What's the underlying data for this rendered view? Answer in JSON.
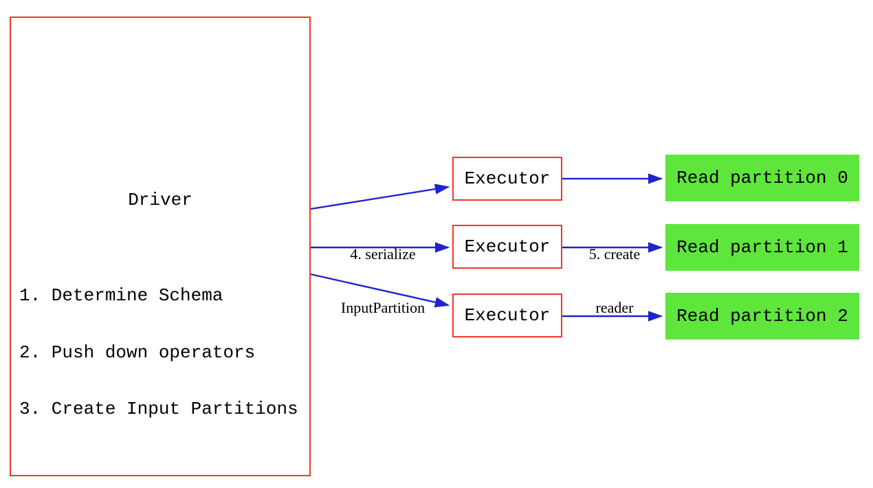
{
  "driver": {
    "title": "Driver",
    "steps": [
      "1. Determine Schema",
      "2. Push down operators",
      "3. Create Input Partitions"
    ]
  },
  "executors": [
    "Executor",
    "Executor",
    "Executor"
  ],
  "partitions": [
    "Read partition 0",
    "Read partition 1",
    "Read partition 2"
  ],
  "edge_labels": {
    "serialize_line1": "4. serialize",
    "serialize_line2": "InputPartition",
    "reader_line1": "5. create",
    "reader_line2": "reader"
  },
  "colors": {
    "box_border": "#ee372b",
    "arrow": "#2222cc",
    "partition_fill": "#5fe63d",
    "text": "#000000"
  }
}
